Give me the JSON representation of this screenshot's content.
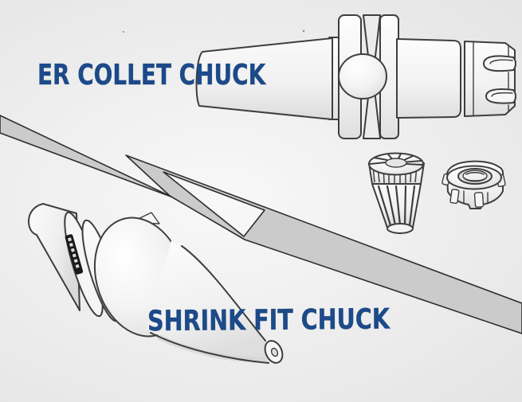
{
  "labels": {
    "top": "ER COLLET CHUCK",
    "bottom": "SHRINK FIT CHUCK"
  },
  "colors": {
    "label_text": "#1c4a8a",
    "line_art": "#3e3e3e",
    "divider_fill": "#cbcbcb",
    "background": "#efefef",
    "brand_label_fill": "#1a1a1a"
  },
  "illustration": {
    "divider": "lightning-bolt-divider",
    "top_right_drawing": {
      "name": "er-collet-chuck-drawing",
      "parts": [
        "taper-shank",
        "v-flange",
        "retention-ball",
        "cylindrical-body",
        "er-nut",
        "wrench-slots",
        "er-collet",
        "clamping-nut"
      ]
    },
    "bottom_left_drawing": {
      "name": "shrink-fit-chuck-drawing",
      "parts": [
        "taper-shank",
        "flange-rings",
        "brand-label",
        "chuck-body",
        "shrink-nose",
        "nose-tip-bore"
      ]
    }
  }
}
